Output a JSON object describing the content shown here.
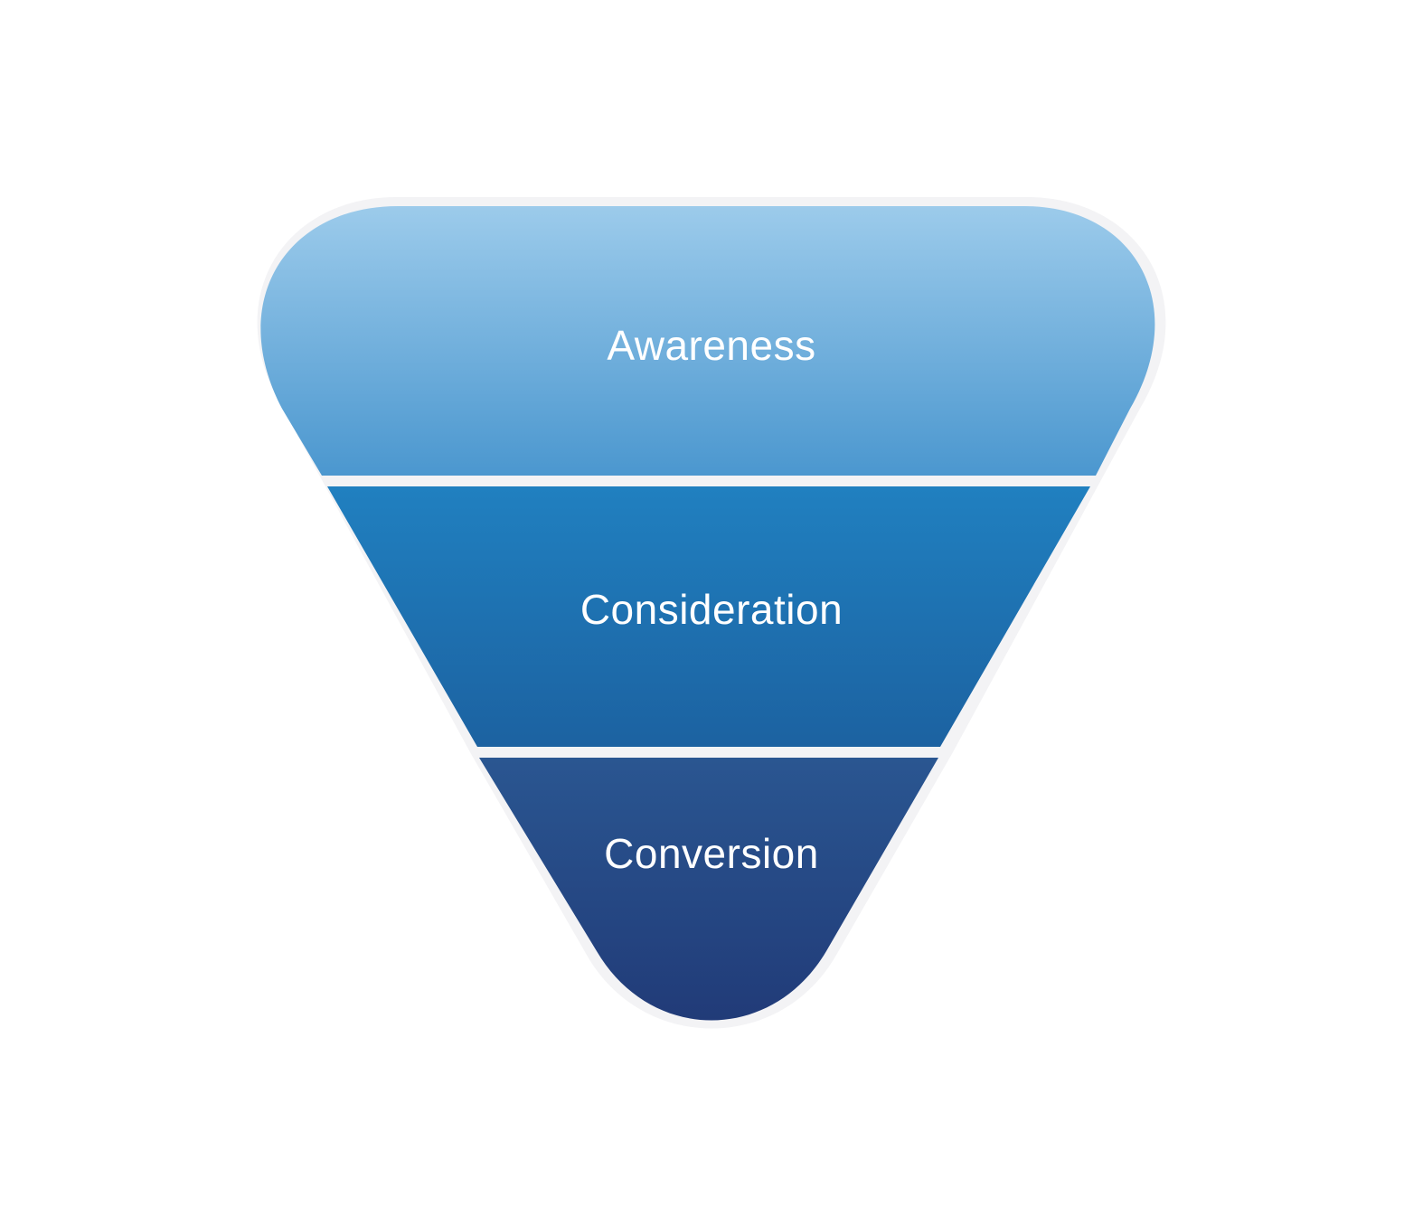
{
  "funnel": {
    "stages": [
      {
        "label": "Awareness",
        "color_top": "#9ccbeb",
        "color_bottom": "#4b97cf"
      },
      {
        "label": "Consideration",
        "color_top": "#2080c0",
        "color_bottom": "#1c62a1"
      },
      {
        "label": "Conversion",
        "color_top": "#2a5691",
        "color_bottom": "#213b78"
      }
    ],
    "outline_color": "#f3f3f5",
    "separator_color": "#f3f3f5",
    "background_color": "#ffffff"
  }
}
